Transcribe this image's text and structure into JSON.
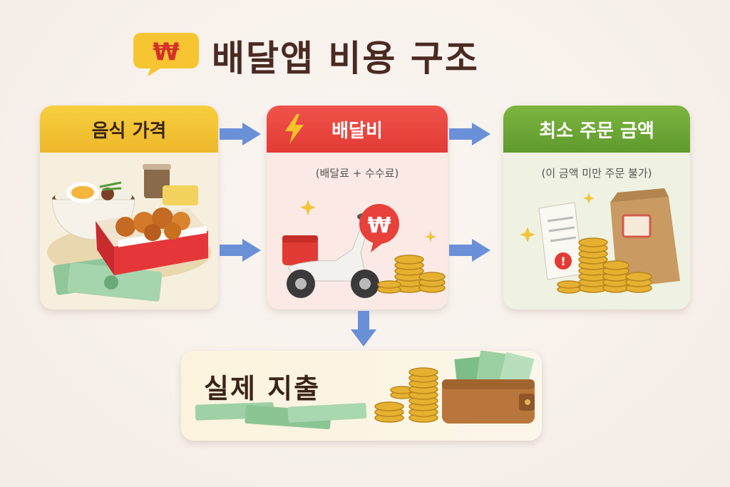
{
  "title": "배달앱 비용 구조",
  "title_badge": "₩",
  "cards": {
    "food": {
      "label": "음식 가격"
    },
    "delivery": {
      "label": "배달비",
      "subtitle": "(배달료 + 수수료)",
      "badge": "₩"
    },
    "minimum": {
      "label": "최소 주문 금액",
      "subtitle": "(이 금액 미만 주문 불가)"
    }
  },
  "result": {
    "label": "실제 지출"
  },
  "colors": {
    "food_header": "#f2c234",
    "delivery_header": "#e8413b",
    "minimum_header": "#6ea735",
    "arrow": "#6a90d8",
    "title": "#4a2a22"
  }
}
